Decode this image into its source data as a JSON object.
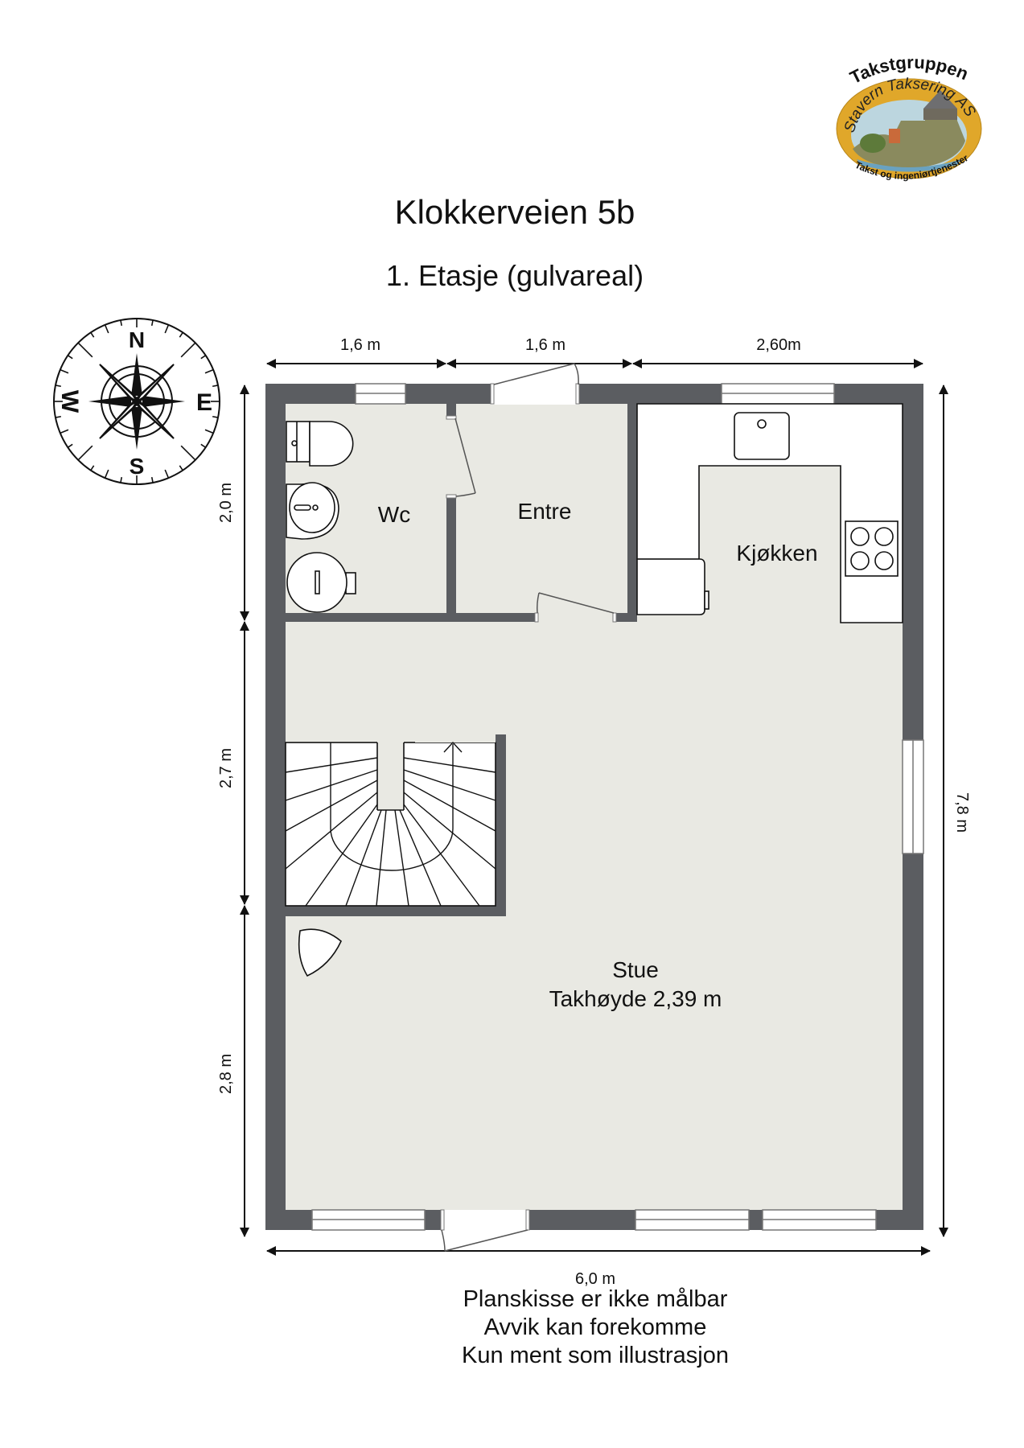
{
  "header": {
    "title": "Klokkerveien 5b",
    "subtitle": "1. Etasje (gulvareal)"
  },
  "logo": {
    "top_text": "Takstgruppen",
    "name_text": "Stavern Takser",
    "name_text_2": "ing AS",
    "bottom_text": "Takst og ingeniørtjenester",
    "oval_color": "#e0a72a"
  },
  "compass": {
    "north": "N",
    "south": "S",
    "east": "E",
    "west": "W"
  },
  "dimensions": {
    "top": [
      "1,6 m",
      "1,6 m",
      "2,60m"
    ],
    "left": [
      "2,0 m",
      "2,7 m",
      "2,8 m"
    ],
    "right": "7,8 m",
    "bottom": "6,0 m"
  },
  "rooms": {
    "wc": "Wc",
    "entre": "Entre",
    "kitchen": "Kjøkken",
    "living": "Stue",
    "ceiling_height": "Takhøyde 2,39 m"
  },
  "colors": {
    "wall": "#5b5d61",
    "floor": "#e9e9e3",
    "fixture": "#ffffff",
    "line": "#111111"
  },
  "footer": {
    "lines": [
      "Planskisse er ikke målbar",
      "Avvik kan forekomme",
      "Kun ment som illustrasjon"
    ]
  }
}
